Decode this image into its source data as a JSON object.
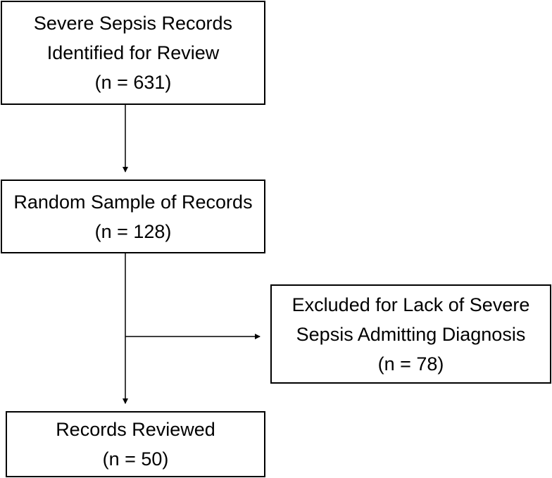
{
  "boxes": {
    "identified": {
      "line1": "Severe Sepsis Records",
      "line2": "Identified for Review",
      "line3": "(n = 631)"
    },
    "sample": {
      "line1": "Random Sample of Records",
      "line2": "(n = 128)"
    },
    "excluded": {
      "line1": "Excluded for Lack of Severe",
      "line2": "Sepsis Admitting Diagnosis",
      "line3": "(n = 78)"
    },
    "reviewed": {
      "line1": "Records Reviewed",
      "line2": "(n = 50)"
    }
  }
}
